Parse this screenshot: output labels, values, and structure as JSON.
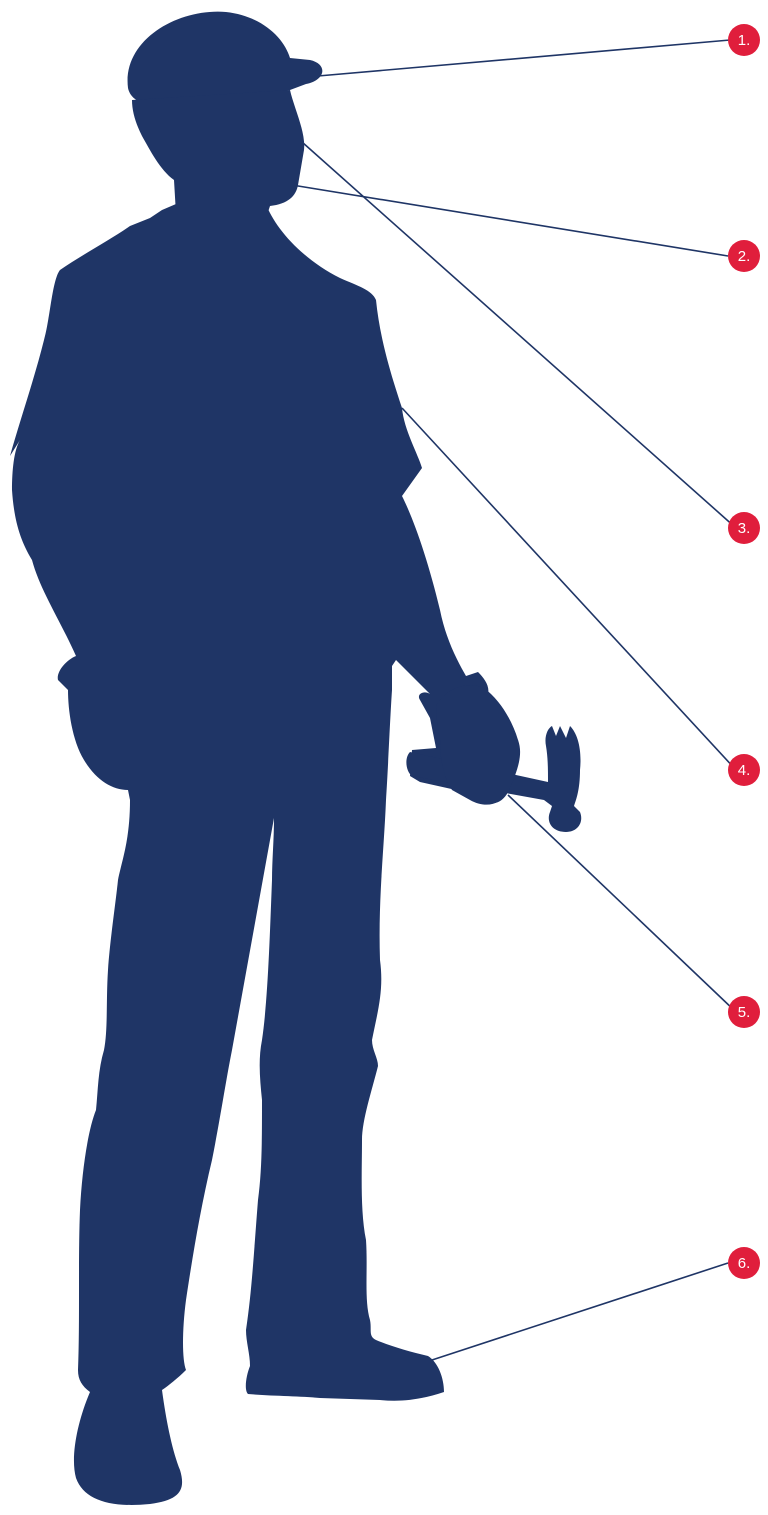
{
  "colors": {
    "silhouette": "#1f3566",
    "marker": "#e01e3c",
    "marker_text": "#ffffff",
    "leader_line": "#1f3566"
  },
  "markers": [
    {
      "label": "1."
    },
    {
      "label": "2."
    },
    {
      "label": "3."
    },
    {
      "label": "4."
    },
    {
      "label": "5."
    },
    {
      "label": "6."
    }
  ]
}
